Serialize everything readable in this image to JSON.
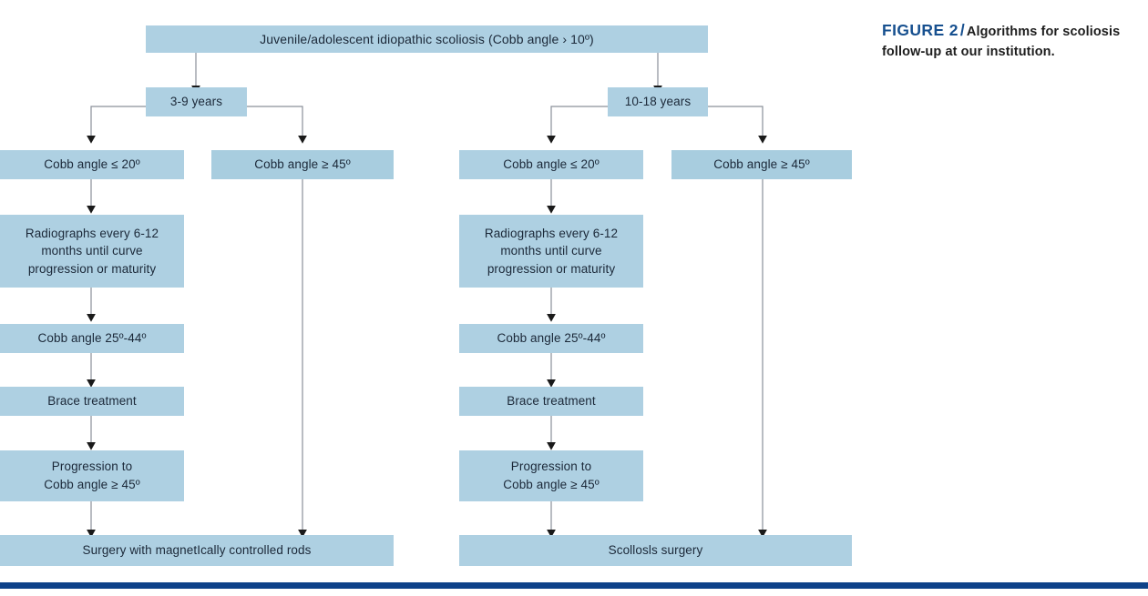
{
  "caption": {
    "figure_label": "FIGURE 2",
    "separator": "/",
    "text": "Algorithms for scoliosis follow-up at our institution."
  },
  "theme": {
    "box_fill": "#aed0e2",
    "box_fill_alt": "#a8cddf",
    "text_color": "#1b2838",
    "connector_color": "#8a9099",
    "arrow_color": "#1a1a1a",
    "accent_blue": "#17508f",
    "rule_blue": "#0e4289",
    "background": "#ffffff"
  },
  "flowchart": {
    "type": "flowchart",
    "title_node": {
      "id": "root",
      "label": "Juvenile/adolescent idiopathic scoliosis (Cobb angle › 10º)"
    },
    "branches": [
      {
        "id": "branch-young",
        "age_label": "3-9 years",
        "path_mild": [
          "Cobb angle ≤ 20º",
          "Radiographs every 6-12\nmonths until curve\nprogression or maturity",
          "Cobb angle 25º-44º",
          "Brace treatment",
          "Progression to\nCobb angle ≥ 45º"
        ],
        "path_severe": [
          "Cobb angle ≥ 45º"
        ],
        "outcome": "Surgery with magnetIcally controlled rods"
      },
      {
        "id": "branch-older",
        "age_label": "10-18 years",
        "path_mild": [
          "Cobb angle ≤ 20º",
          "Radiographs every 6-12\nmonths until curve\nprogression or maturity",
          "Cobb angle 25º-44º",
          "Brace treatment",
          "Progression to\nCobb angle ≥ 45º"
        ],
        "path_severe": [
          "Cobb angle ≥ 45º"
        ],
        "outcome": "Scollosls surgery"
      }
    ]
  }
}
